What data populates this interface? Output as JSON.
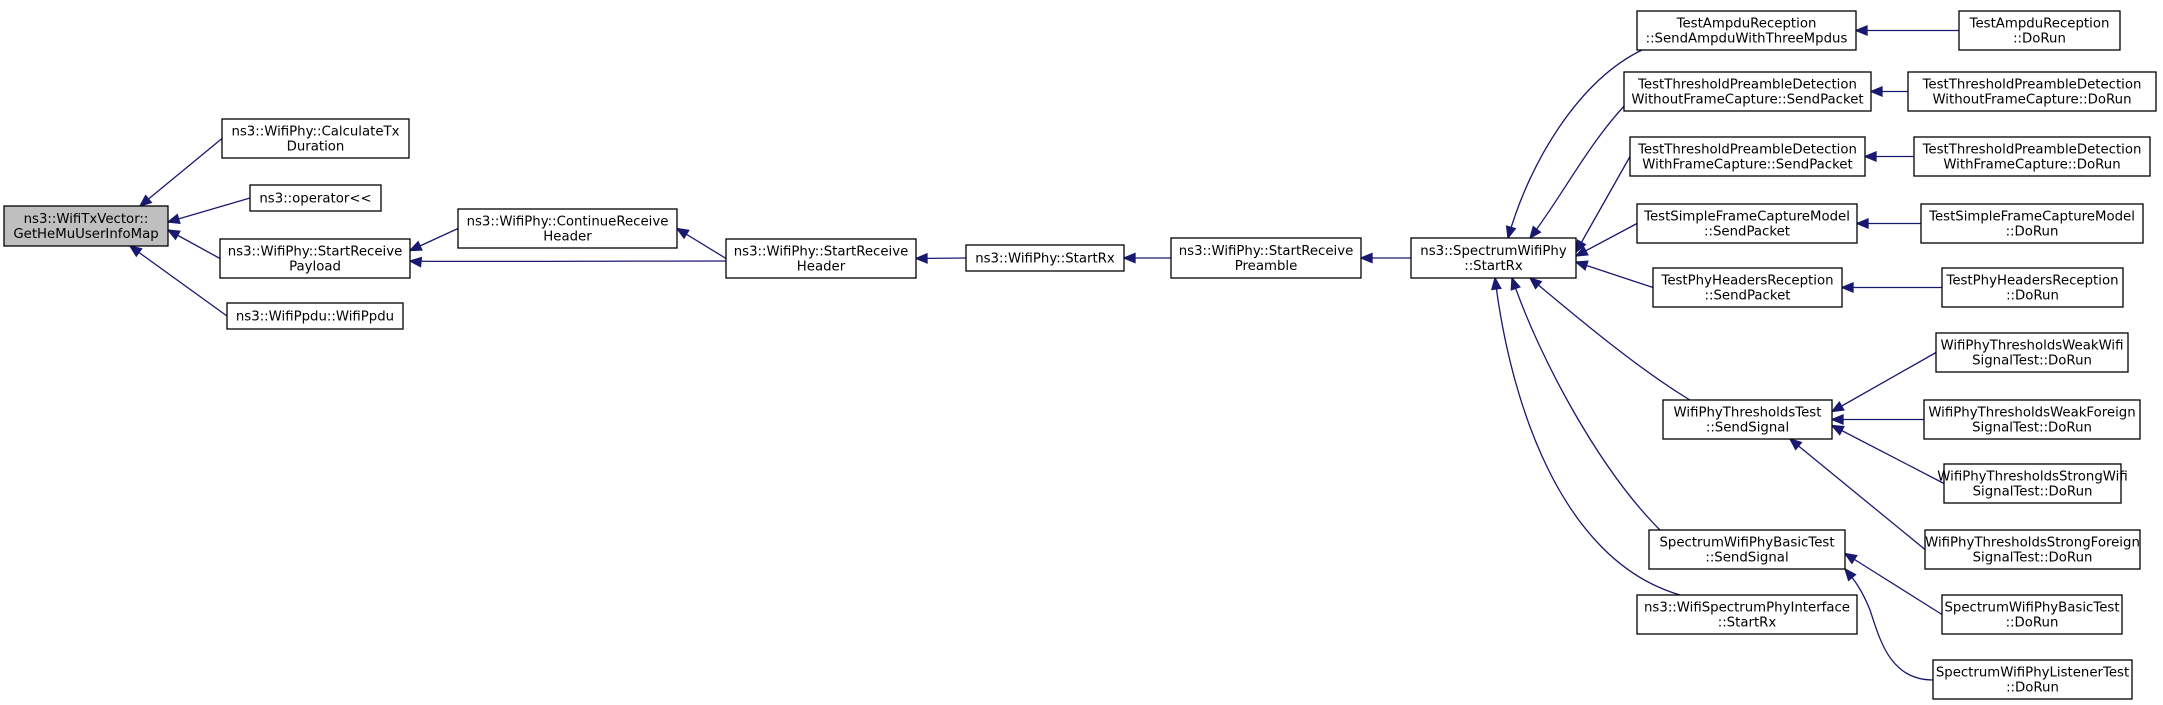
{
  "graph": {
    "nodes": [
      {
        "id": "n0",
        "lines": [
          "ns3::WifiTxVector::",
          "GetHeMuUserInfoMap"
        ],
        "current": true
      },
      {
        "id": "n1",
        "lines": [
          "ns3::WifiPhy::CalculateTx",
          "Duration"
        ]
      },
      {
        "id": "n2",
        "lines": [
          "ns3::operator<<"
        ]
      },
      {
        "id": "n3",
        "lines": [
          "ns3::WifiPhy::StartReceive",
          "Payload"
        ]
      },
      {
        "id": "n4",
        "lines": [
          "ns3::WifiPpdu::WifiPpdu"
        ]
      },
      {
        "id": "n5",
        "lines": [
          "ns3::WifiPhy::ContinueReceive",
          "Header"
        ]
      },
      {
        "id": "n6",
        "lines": [
          "ns3::WifiPhy::StartReceive",
          "Header"
        ]
      },
      {
        "id": "n7",
        "lines": [
          "ns3::WifiPhy::StartRx"
        ]
      },
      {
        "id": "n8",
        "lines": [
          "ns3::WifiPhy::StartReceive",
          "Preamble"
        ]
      },
      {
        "id": "n9",
        "lines": [
          "ns3::SpectrumWifiPhy",
          "::StartRx"
        ]
      },
      {
        "id": "n10",
        "lines": [
          "TestAmpduReception",
          "::SendAmpduWithThreeMpdus"
        ]
      },
      {
        "id": "n11",
        "lines": [
          "TestThresholdPreambleDetection",
          "WithoutFrameCapture::SendPacket"
        ]
      },
      {
        "id": "n12",
        "lines": [
          "TestThresholdPreambleDetection",
          "WithFrameCapture::SendPacket"
        ]
      },
      {
        "id": "n13",
        "lines": [
          "TestSimpleFrameCaptureModel",
          "::SendPacket"
        ]
      },
      {
        "id": "n14",
        "lines": [
          "TestPhyHeadersReception",
          "::SendPacket"
        ]
      },
      {
        "id": "n15",
        "lines": [
          "WifiPhyThresholdsTest",
          "::SendSignal"
        ]
      },
      {
        "id": "n16",
        "lines": [
          "SpectrumWifiPhyBasicTest",
          "::SendSignal"
        ]
      },
      {
        "id": "n17",
        "lines": [
          "ns3::WifiSpectrumPhyInterface",
          "::StartRx"
        ]
      },
      {
        "id": "n18",
        "lines": [
          "TestAmpduReception",
          "::DoRun"
        ]
      },
      {
        "id": "n19",
        "lines": [
          "TestThresholdPreambleDetection",
          "WithoutFrameCapture::DoRun"
        ]
      },
      {
        "id": "n20",
        "lines": [
          "TestThresholdPreambleDetection",
          "WithFrameCapture::DoRun"
        ]
      },
      {
        "id": "n21",
        "lines": [
          "TestSimpleFrameCaptureModel",
          "::DoRun"
        ]
      },
      {
        "id": "n22",
        "lines": [
          "TestPhyHeadersReception",
          "::DoRun"
        ]
      },
      {
        "id": "n23",
        "lines": [
          "WifiPhyThresholdsWeakWifi",
          "SignalTest::DoRun"
        ]
      },
      {
        "id": "n24",
        "lines": [
          "WifiPhyThresholdsWeakForeign",
          "SignalTest::DoRun"
        ]
      },
      {
        "id": "n25",
        "lines": [
          "WifiPhyThresholdsStrongWifi",
          "SignalTest::DoRun"
        ]
      },
      {
        "id": "n26",
        "lines": [
          "WifiPhyThresholdsStrongForeign",
          "SignalTest::DoRun"
        ]
      },
      {
        "id": "n27",
        "lines": [
          "SpectrumWifiPhyBasicTest",
          "::DoRun"
        ]
      },
      {
        "id": "n28",
        "lines": [
          "SpectrumWifiPhyListenerTest",
          "::DoRun"
        ]
      }
    ],
    "edges": [
      [
        "n1",
        "n0"
      ],
      [
        "n2",
        "n0"
      ],
      [
        "n3",
        "n0"
      ],
      [
        "n4",
        "n0"
      ],
      [
        "n5",
        "n3"
      ],
      [
        "n6",
        "n3"
      ],
      [
        "n6",
        "n5"
      ],
      [
        "n7",
        "n6"
      ],
      [
        "n8",
        "n7"
      ],
      [
        "n9",
        "n8"
      ],
      [
        "n10",
        "n9"
      ],
      [
        "n11",
        "n9"
      ],
      [
        "n12",
        "n9"
      ],
      [
        "n13",
        "n9"
      ],
      [
        "n14",
        "n9"
      ],
      [
        "n15",
        "n9"
      ],
      [
        "n16",
        "n9"
      ],
      [
        "n17",
        "n9"
      ],
      [
        "n18",
        "n10"
      ],
      [
        "n19",
        "n11"
      ],
      [
        "n20",
        "n12"
      ],
      [
        "n21",
        "n13"
      ],
      [
        "n22",
        "n14"
      ],
      [
        "n23",
        "n15"
      ],
      [
        "n24",
        "n15"
      ],
      [
        "n25",
        "n15"
      ],
      [
        "n26",
        "n15"
      ],
      [
        "n27",
        "n16"
      ],
      [
        "n28",
        "n16"
      ]
    ]
  },
  "colors": {
    "edge": "#191970",
    "node_border": "#000000",
    "node_fill": "#ffffff",
    "current_node_fill": "#bfbfbf"
  }
}
